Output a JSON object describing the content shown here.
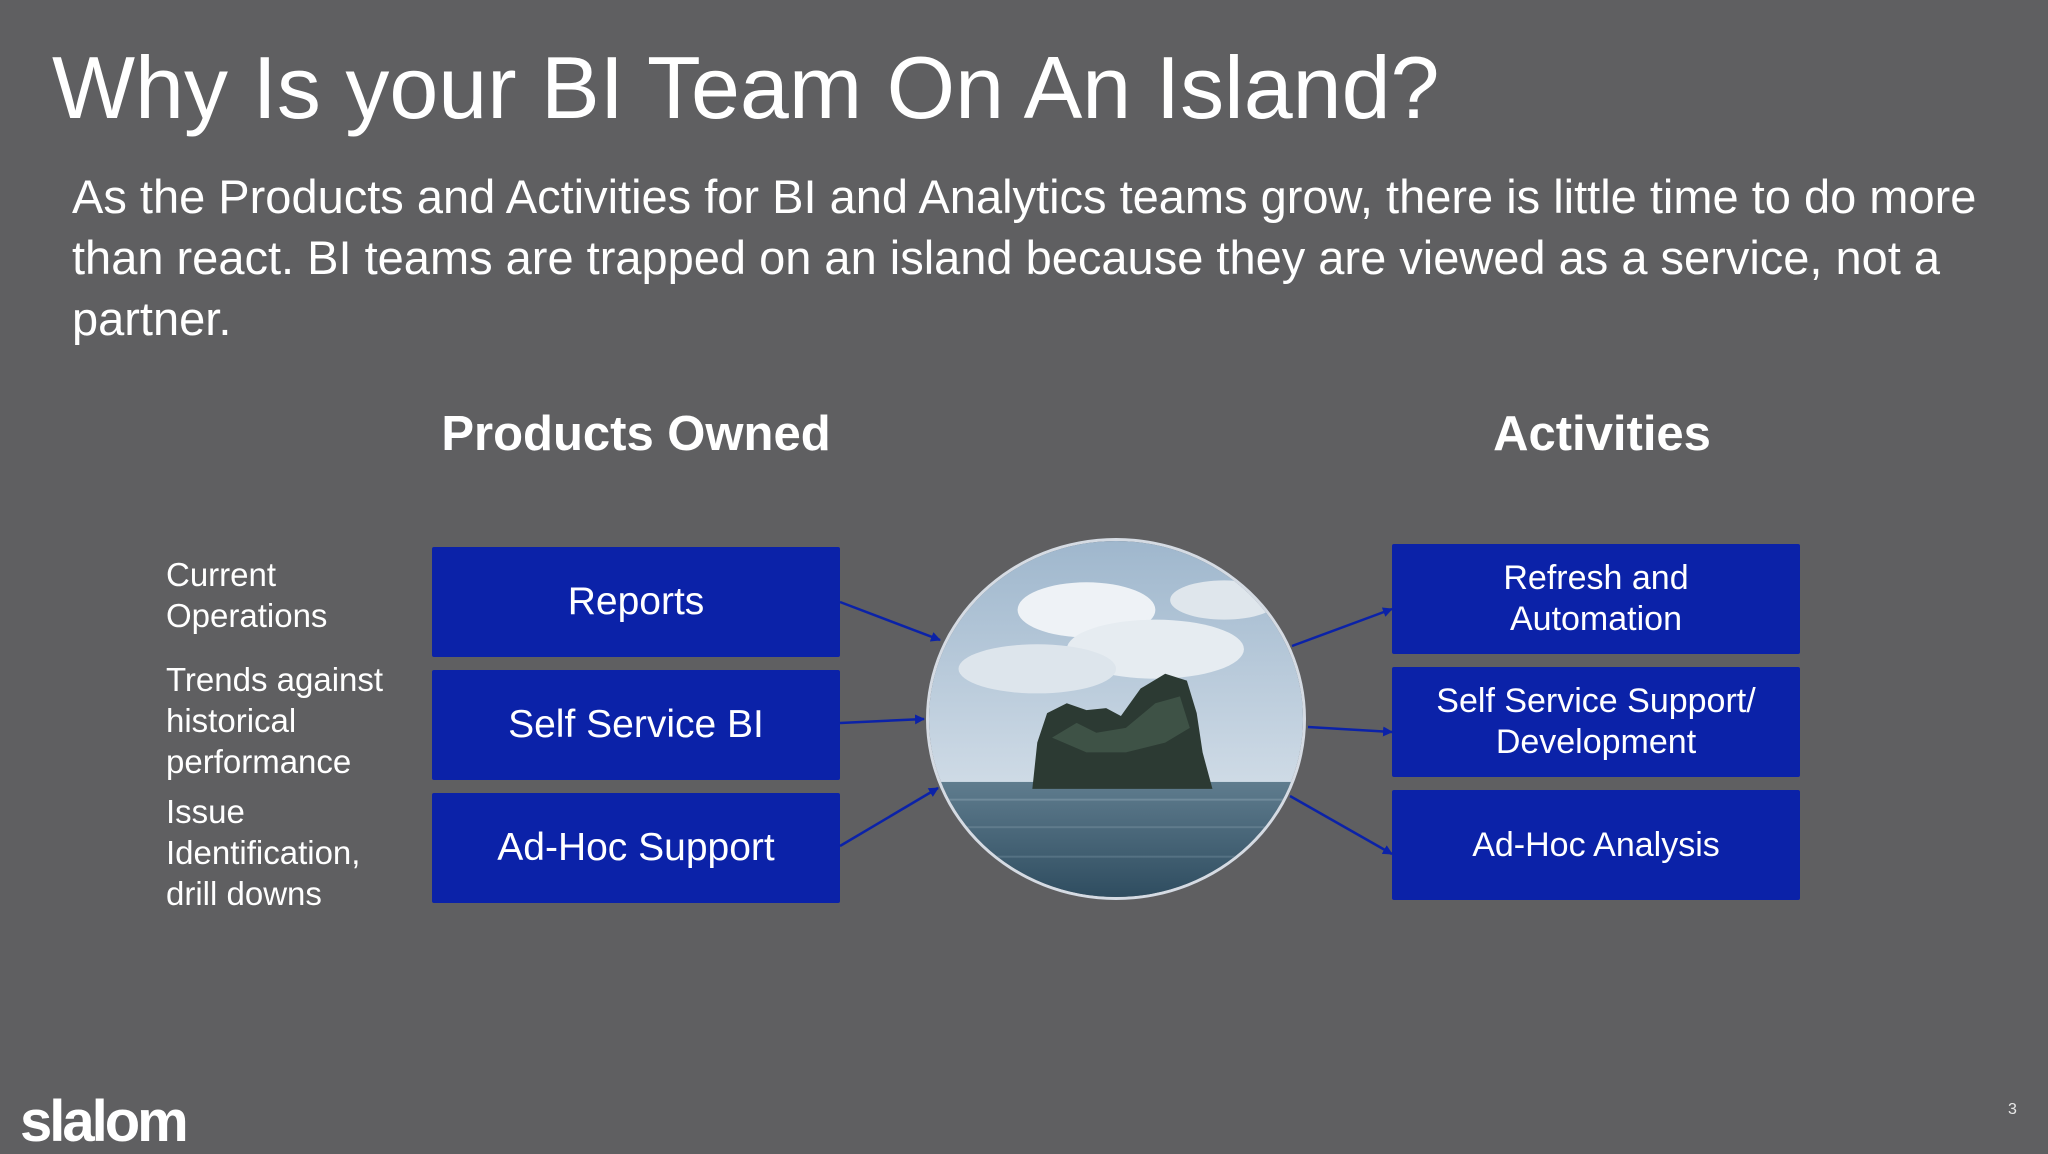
{
  "slide": {
    "title": "Why Is your BI Team On An Island?",
    "intro": "As the Products and Activities for BI and Analytics teams grow, there is little time to do more than react. BI teams are trapped on an island because they are viewed as a service, not a partner.",
    "page_number": "3",
    "logo": "slalom"
  },
  "diagram": {
    "products_heading": "Products Owned",
    "activities_heading": "Activities",
    "side_labels": [
      [
        "Current",
        "Operations"
      ],
      [
        "Trends against",
        "historical",
        "performance"
      ],
      [
        "Issue",
        "Identification,",
        "drill downs"
      ]
    ],
    "products": [
      [
        "Reports"
      ],
      [
        "Self Service BI"
      ],
      [
        "Ad-Hoc Support"
      ]
    ],
    "activities": [
      [
        "Refresh and",
        "Automation"
      ],
      [
        "Self Service Support/",
        "Development"
      ],
      [
        "Ad-Hoc Analysis"
      ]
    ]
  },
  "colors": {
    "background": "#5f5f61",
    "box_fill": "#0b22a8",
    "arrow": "#0b22a8",
    "text": "#ffffff"
  },
  "icons": {
    "center_image": "island-photo",
    "connectors": "arrow-icon"
  }
}
